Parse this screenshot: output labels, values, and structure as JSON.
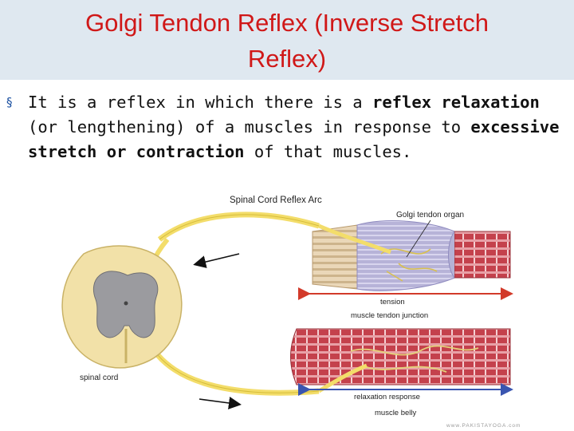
{
  "slide": {
    "title_line1": "Golgi Tendon Reflex (Inverse Stretch",
    "title_line2": "Reflex)",
    "bullet": {
      "marker": "§",
      "t1": "It is a reflex in which there is a ",
      "b1": "reflex relaxation",
      "t2": " (or lengthening) of a muscles in response to ",
      "b2": "excessive stretch or contraction",
      "t3": " of that muscles."
    }
  },
  "figure": {
    "title": "Spinal Cord Reflex Arc",
    "labels": {
      "golgi_tendon_organ": "Golgi tendon organ",
      "tension": "tension",
      "muscle_tendon_junction": "muscle tendon junction",
      "spinal_cord": "spinal cord",
      "relaxation_response": "relaxation response",
      "muscle_belly": "muscle belly"
    },
    "watermark": "www.PAKISTAYOGA.com",
    "colors": {
      "nerve": "#f3dd6a",
      "muscle": "#c0404a",
      "tendon": "#b6b4d6",
      "arrow_red": "#d23a2a",
      "arrow_blue": "#3a55b0"
    }
  }
}
